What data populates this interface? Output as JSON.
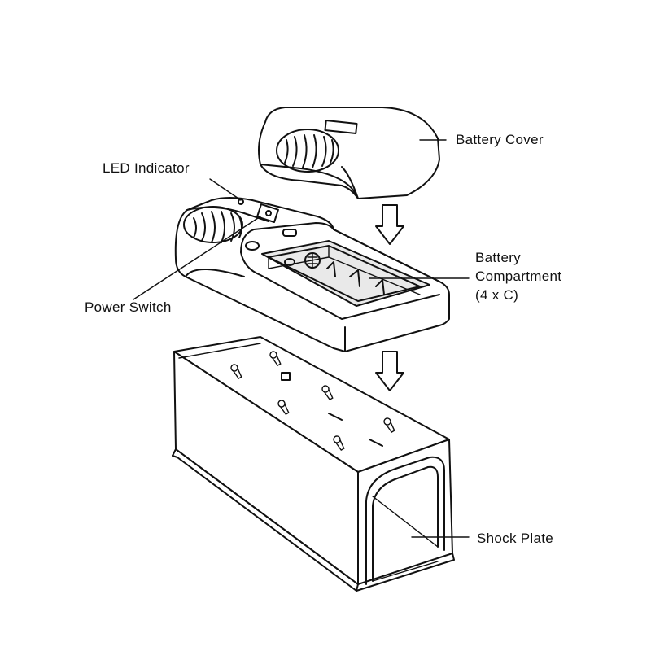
{
  "labels": {
    "battery_cover": "Battery Cover",
    "led_indicator": "LED Indicator",
    "battery_compartment": [
      "Battery",
      "Compartment",
      "(4 x C)"
    ],
    "power_switch": "Power Switch",
    "shock_plate": "Shock Plate"
  },
  "icons": [
    "down-arrow-icon",
    "down-arrow-icon"
  ]
}
